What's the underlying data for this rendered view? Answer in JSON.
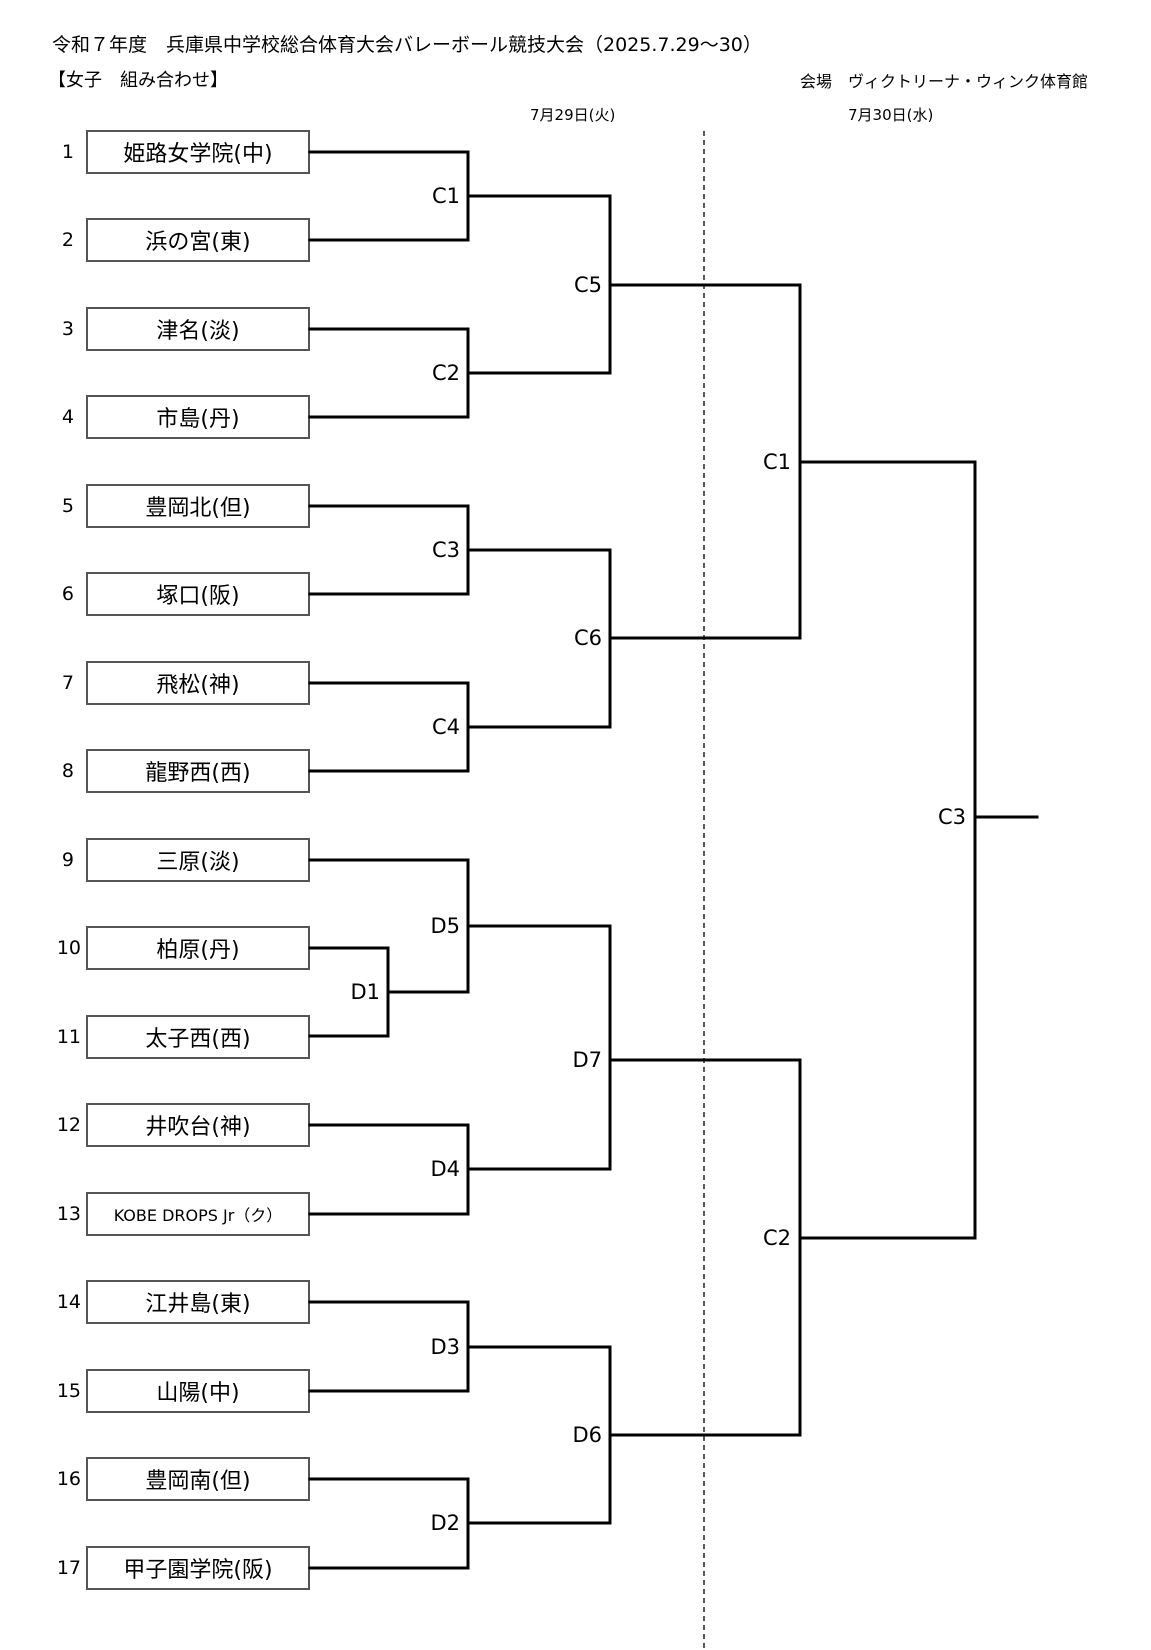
{
  "header": {
    "title": "令和７年度　兵庫県中学校総合体育大会バレーボール競技大会（2025.7.29～30）",
    "subtitle": "【女子　組み合わせ】",
    "venue": "会場　ヴィクトリーナ・ウィンク体育館",
    "day1": "7月29日(火)",
    "day2": "7月30日(水)"
  },
  "teams": [
    {
      "seed": "1",
      "name": "姫路女学院(中)"
    },
    {
      "seed": "2",
      "name": "浜の宮(東)"
    },
    {
      "seed": "3",
      "name": "津名(淡)"
    },
    {
      "seed": "4",
      "name": "市島(丹)"
    },
    {
      "seed": "5",
      "name": "豊岡北(但)"
    },
    {
      "seed": "6",
      "name": "塚口(阪)"
    },
    {
      "seed": "7",
      "name": "飛松(神)"
    },
    {
      "seed": "8",
      "name": "龍野西(西)"
    },
    {
      "seed": "9",
      "name": "三原(淡)"
    },
    {
      "seed": "10",
      "name": "柏原(丹)"
    },
    {
      "seed": "11",
      "name": "太子西(西)"
    },
    {
      "seed": "12",
      "name": "井吹台(神)"
    },
    {
      "seed": "13",
      "name": "KOBE DROPS Jr（ク）"
    },
    {
      "seed": "14",
      "name": "江井島(東)"
    },
    {
      "seed": "15",
      "name": "山陽(中)"
    },
    {
      "seed": "16",
      "name": "豊岡南(但)"
    },
    {
      "seed": "17",
      "name": "甲子園学院(阪)"
    }
  ],
  "matches": {
    "c1a": "C1",
    "c2a": "C2",
    "c3a": "C3",
    "c4a": "C4",
    "c5": "C5",
    "c6": "C6",
    "d1": "D1",
    "d2": "D2",
    "d3": "D3",
    "d4": "D4",
    "d5": "D5",
    "d6": "D6",
    "d7": "D7",
    "c1b": "C1",
    "c2b": "C2",
    "c3b": "C3"
  }
}
